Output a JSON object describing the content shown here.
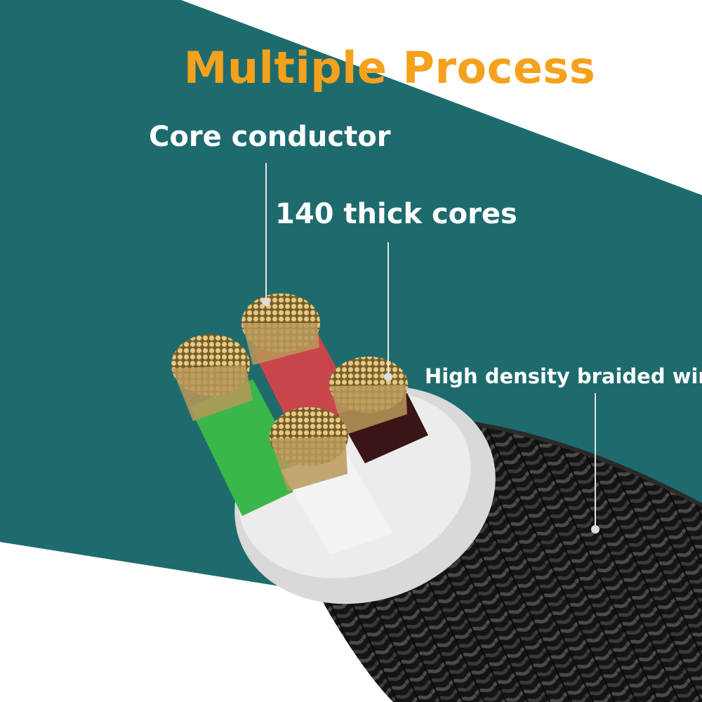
{
  "title": "Multiple Process",
  "labels": {
    "core_conductor": "Core conductor",
    "thick_cores": "140 thick cores",
    "braided_wire": "High density braided wire"
  },
  "colors": {
    "background_teal": "#1e6b6e",
    "title_orange": "#f5a11c",
    "label_white": "#ffffff",
    "braid_dark": "#1b1b1b",
    "copper": "#c9ad6a",
    "insulation_green": "#3bb64a",
    "insulation_red": "#c8464b",
    "insulation_white": "#f0f0f0"
  }
}
